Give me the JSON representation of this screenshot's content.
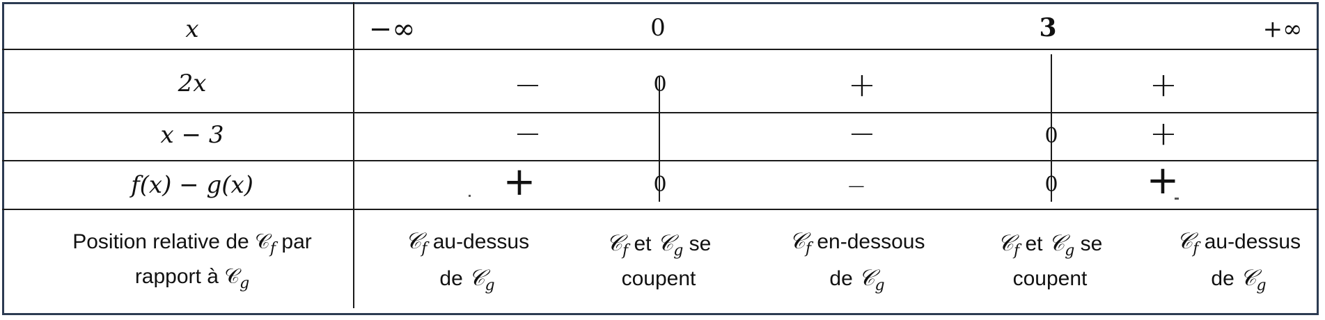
{
  "rows": {
    "x": {
      "label": "x"
    },
    "two_x": {
      "label": "2x"
    },
    "x_minus_3": {
      "label": "x − 3"
    },
    "diff": {
      "label": "f(x) − g(x)"
    },
    "position": {
      "label_line1": "Position relative de 𝒞",
      "label_sub_f": "f",
      "label_line1_end": " par",
      "label_line2": "rapport à 𝒞",
      "label_sub_g": "g"
    }
  },
  "x_values": {
    "neg_inf": "−∞",
    "zero": "0",
    "three": "3",
    "pos_inf": "+∞"
  },
  "signs": {
    "two_x": [
      "−",
      "0",
      "+",
      "+"
    ],
    "x_minus_3": [
      "−",
      "−",
      "0",
      "+"
    ],
    "diff": [
      "+",
      "0",
      "−",
      "0",
      "+"
    ]
  },
  "positions": {
    "c1": {
      "l1a": "𝒞",
      "l1s": "f",
      "l1b": " au-dessus",
      "l2a": "de ",
      "l2b": "𝒞",
      "l2s": "g"
    },
    "c2": {
      "l1a": "𝒞",
      "l1s": "f",
      "l1b": " et ",
      "l1c": "𝒞",
      "l1s2": "g",
      "l1d": " se",
      "l2": "coupent"
    },
    "c3": {
      "l1a": "𝒞",
      "l1s": "f",
      "l1b": " en-dessous",
      "l2a": "de ",
      "l2b": "𝒞",
      "l2s": "g"
    },
    "c4": {
      "l1a": "𝒞",
      "l1s": "f",
      "l1b": " et ",
      "l1c": "𝒞",
      "l1s2": "g",
      "l1d": " se",
      "l2": "coupent"
    },
    "c5": {
      "l1a": "𝒞",
      "l1s": "f",
      "l1b": " au-dessus",
      "l2a": "de ",
      "l2b": "𝒞",
      "l2s": "g"
    }
  }
}
